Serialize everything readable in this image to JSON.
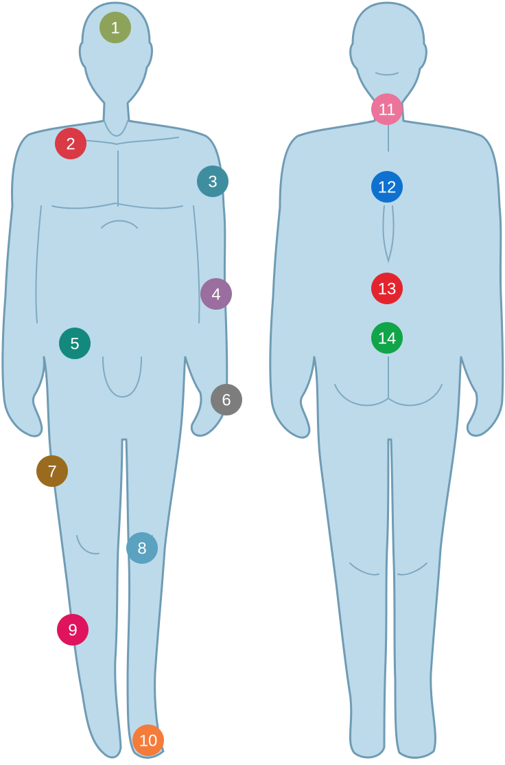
{
  "markers": [
    {
      "label": "1",
      "color": "#8ea35a"
    },
    {
      "label": "2",
      "color": "#d93a45"
    },
    {
      "label": "3",
      "color": "#3f8ea0"
    },
    {
      "label": "4",
      "color": "#9a6e9f"
    },
    {
      "label": "5",
      "color": "#12897c"
    },
    {
      "label": "6",
      "color": "#7d7d7d"
    },
    {
      "label": "7",
      "color": "#9a6b1e"
    },
    {
      "label": "8",
      "color": "#5aa2bf"
    },
    {
      "label": "9",
      "color": "#e0135e"
    },
    {
      "label": "10",
      "color": "#f57b3b"
    },
    {
      "label": "11",
      "color": "#ec7399"
    },
    {
      "label": "12",
      "color": "#0f71cf"
    },
    {
      "label": "13",
      "color": "#e3242e"
    },
    {
      "label": "14",
      "color": "#10a548"
    }
  ]
}
